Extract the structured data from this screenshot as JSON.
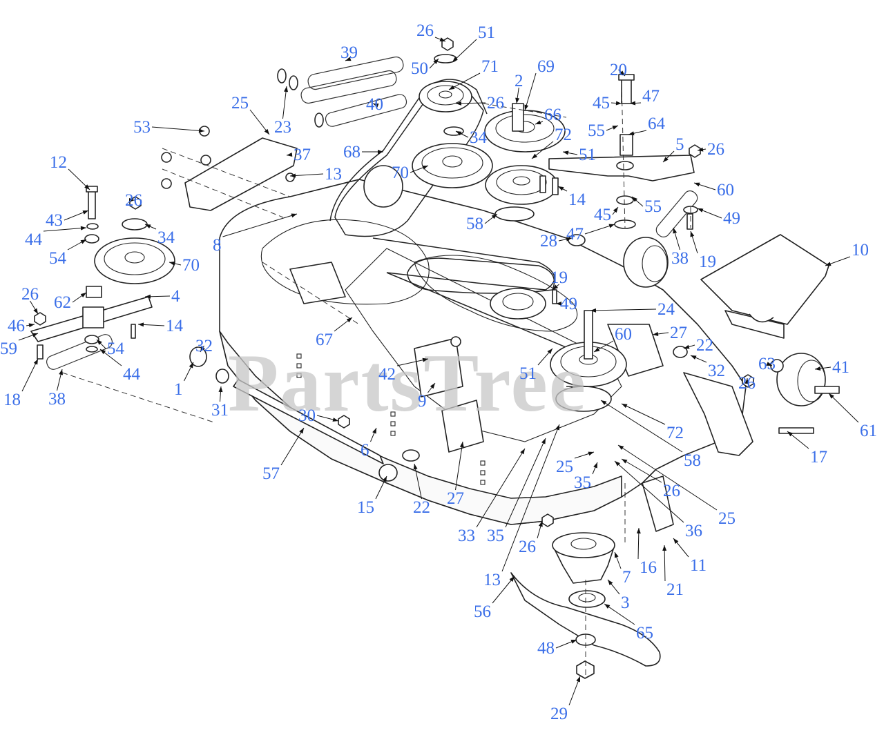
{
  "watermark": {
    "text": "PartsTree"
  },
  "callouts": [
    {
      "id": "c-26a",
      "label": "26"
    },
    {
      "id": "c-51a",
      "label": "51"
    },
    {
      "id": "c-39",
      "label": "39"
    },
    {
      "id": "c-50",
      "label": "50"
    },
    {
      "id": "c-71",
      "label": "71"
    },
    {
      "id": "c-69",
      "label": "69"
    },
    {
      "id": "c-2",
      "label": "2"
    },
    {
      "id": "c-20",
      "label": "20"
    },
    {
      "id": "c-25a",
      "label": "25"
    },
    {
      "id": "c-40",
      "label": "40"
    },
    {
      "id": "c-26b",
      "label": "26"
    },
    {
      "id": "c-66",
      "label": "66"
    },
    {
      "id": "c-45a",
      "label": "45"
    },
    {
      "id": "c-47a",
      "label": "47"
    },
    {
      "id": "c-23",
      "label": "23"
    },
    {
      "id": "c-72a",
      "label": "72"
    },
    {
      "id": "c-64",
      "label": "64"
    },
    {
      "id": "c-55a",
      "label": "55"
    },
    {
      "id": "c-53",
      "label": "53"
    },
    {
      "id": "c-34a",
      "label": "34"
    },
    {
      "id": "c-5",
      "label": "5"
    },
    {
      "id": "c-26c",
      "label": "26"
    },
    {
      "id": "c-37",
      "label": "37"
    },
    {
      "id": "c-68",
      "label": "68"
    },
    {
      "id": "c-51b",
      "label": "51"
    },
    {
      "id": "c-12",
      "label": "12"
    },
    {
      "id": "c-13a",
      "label": "13"
    },
    {
      "id": "c-70a",
      "label": "70"
    },
    {
      "id": "c-60a",
      "label": "60"
    },
    {
      "id": "c-14a",
      "label": "14"
    },
    {
      "id": "c-55b",
      "label": "55"
    },
    {
      "id": "c-26d",
      "label": "26"
    },
    {
      "id": "c-43",
      "label": "43"
    },
    {
      "id": "c-45b",
      "label": "45"
    },
    {
      "id": "c-49a",
      "label": "49"
    },
    {
      "id": "c-58a",
      "label": "58"
    },
    {
      "id": "c-47b",
      "label": "47"
    },
    {
      "id": "c-34b",
      "label": "34"
    },
    {
      "id": "c-44a",
      "label": "44"
    },
    {
      "id": "c-8",
      "label": "8"
    },
    {
      "id": "c-28",
      "label": "28"
    },
    {
      "id": "c-19a",
      "label": "19"
    },
    {
      "id": "c-10",
      "label": "10"
    },
    {
      "id": "c-38a",
      "label": "38"
    },
    {
      "id": "c-54a",
      "label": "54"
    },
    {
      "id": "c-70b",
      "label": "70"
    },
    {
      "id": "c-19b",
      "label": "19"
    },
    {
      "id": "c-62",
      "label": "62"
    },
    {
      "id": "c-26e",
      "label": "26"
    },
    {
      "id": "c-4",
      "label": "4"
    },
    {
      "id": "c-49b",
      "label": "49"
    },
    {
      "id": "c-24",
      "label": "24"
    },
    {
      "id": "c-14b",
      "label": "14"
    },
    {
      "id": "c-46",
      "label": "46"
    },
    {
      "id": "c-60b",
      "label": "60"
    },
    {
      "id": "c-27a",
      "label": "27"
    },
    {
      "id": "c-67",
      "label": "67"
    },
    {
      "id": "c-59",
      "label": "59"
    },
    {
      "id": "c-32a",
      "label": "32"
    },
    {
      "id": "c-22a",
      "label": "22"
    },
    {
      "id": "c-54b",
      "label": "54"
    },
    {
      "id": "c-44b",
      "label": "44"
    },
    {
      "id": "c-42",
      "label": "42"
    },
    {
      "id": "c-51c",
      "label": "51"
    },
    {
      "id": "c-32b",
      "label": "32"
    },
    {
      "id": "c-41",
      "label": "41"
    },
    {
      "id": "c-63",
      "label": "63"
    },
    {
      "id": "c-1",
      "label": "1"
    },
    {
      "id": "c-18",
      "label": "18"
    },
    {
      "id": "c-38b",
      "label": "38"
    },
    {
      "id": "c-26f",
      "label": "26"
    },
    {
      "id": "c-9",
      "label": "9"
    },
    {
      "id": "c-31",
      "label": "31"
    },
    {
      "id": "c-61",
      "label": "61"
    },
    {
      "id": "c-30",
      "label": "30"
    },
    {
      "id": "c-72b",
      "label": "72"
    },
    {
      "id": "c-17",
      "label": "17"
    },
    {
      "id": "c-58b",
      "label": "58"
    },
    {
      "id": "c-6",
      "label": "6"
    },
    {
      "id": "c-57",
      "label": "57"
    },
    {
      "id": "c-25b",
      "label": "25"
    },
    {
      "id": "c-35a",
      "label": "35"
    },
    {
      "id": "c-26g",
      "label": "26"
    },
    {
      "id": "c-15",
      "label": "15"
    },
    {
      "id": "c-22b",
      "label": "22"
    },
    {
      "id": "c-27b",
      "label": "27"
    },
    {
      "id": "c-25c",
      "label": "25"
    },
    {
      "id": "c-36",
      "label": "36"
    },
    {
      "id": "c-33",
      "label": "33"
    },
    {
      "id": "c-35b",
      "label": "35"
    },
    {
      "id": "c-26h",
      "label": "26"
    },
    {
      "id": "c-16",
      "label": "16"
    },
    {
      "id": "c-11",
      "label": "11"
    },
    {
      "id": "c-7",
      "label": "7"
    },
    {
      "id": "c-21",
      "label": "21"
    },
    {
      "id": "c-13b",
      "label": "13"
    },
    {
      "id": "c-3",
      "label": "3"
    },
    {
      "id": "c-56",
      "label": "56"
    },
    {
      "id": "c-65",
      "label": "65"
    },
    {
      "id": "c-48",
      "label": "48"
    },
    {
      "id": "c-29",
      "label": "29"
    }
  ]
}
